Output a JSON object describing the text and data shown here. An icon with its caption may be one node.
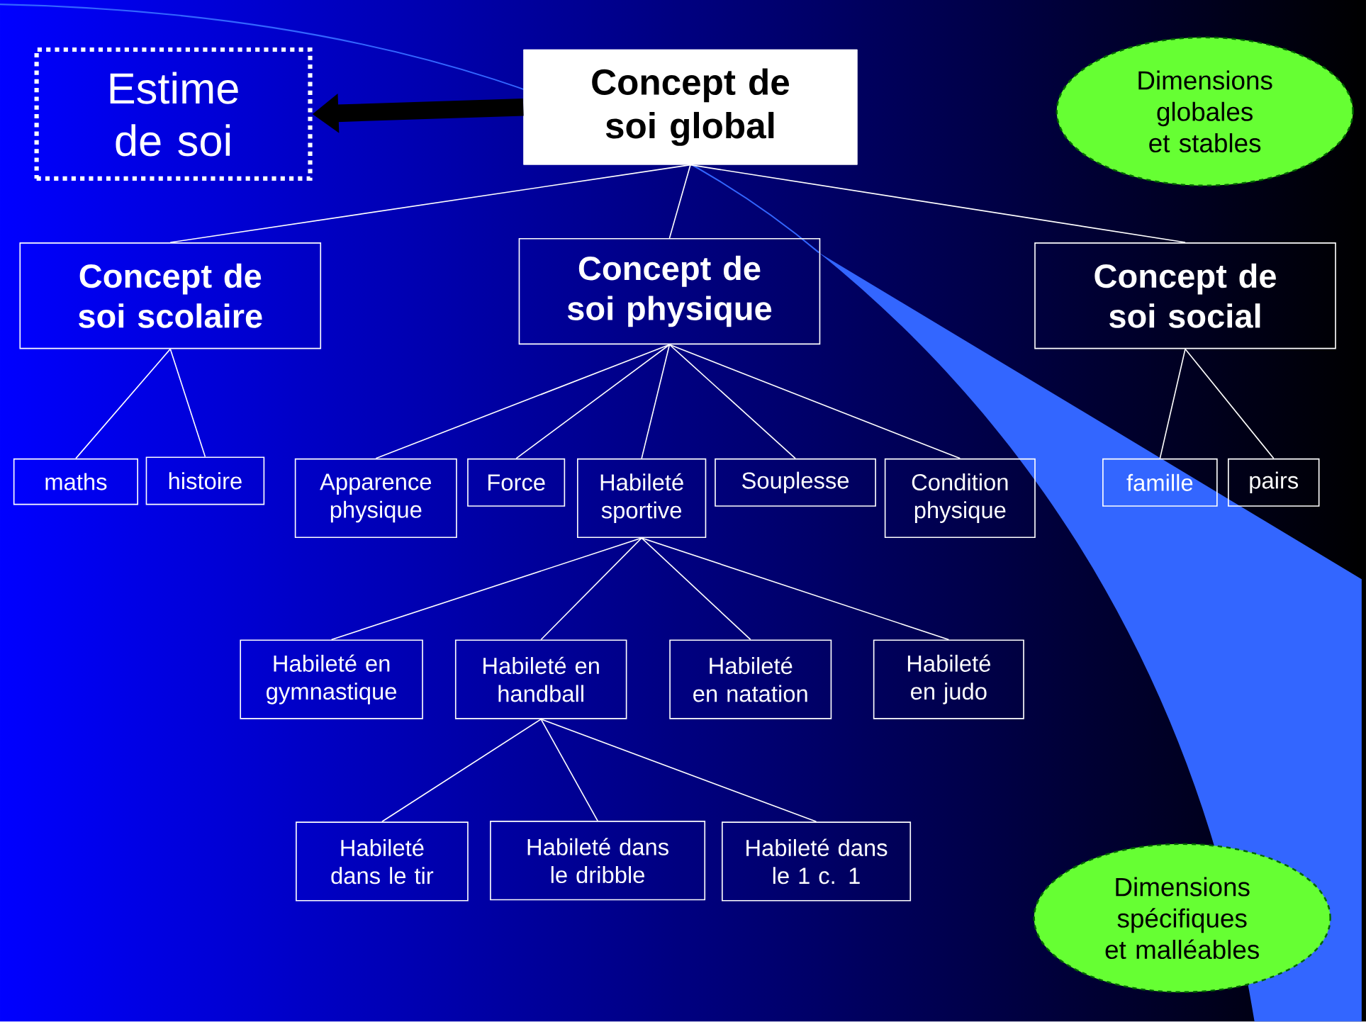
{
  "diagram": {
    "nodes": [
      {
        "text": [
          "Estime de soi"
        ]
      },
      {
        "text": [
          "Concept de soi global"
        ]
      },
      {
        "text": [
          "Dimensions globales et stables"
        ]
      },
      {
        "text": [
          "Concept de soi scolaire"
        ]
      },
      {
        "text": [
          "Concept de soi physique"
        ]
      },
      {
        "text": [
          "Concept de soi social"
        ]
      },
      {
        "text": [
          "maths"
        ]
      },
      {
        "text": [
          "histoire"
        ]
      },
      {
        "text": [
          "Apparence physique"
        ]
      },
      {
        "text": [
          "Force"
        ]
      },
      {
        "text": [
          "Habileté sportive"
        ]
      },
      {
        "text": [
          "Souplesse"
        ]
      },
      {
        "text": [
          "Condition physique"
        ]
      },
      {
        "text": [
          "famille"
        ]
      },
      {
        "text": [
          "pairs"
        ]
      },
      {
        "text": [
          "Habileté en gymnastique"
        ]
      },
      {
        "text": [
          "Habileté en handball"
        ]
      },
      {
        "text": [
          "Habileté en natation"
        ]
      },
      {
        "text": [
          "Habileté en judo"
        ]
      },
      {
        "text": [
          "Habileté dans le tir"
        ]
      },
      {
        "text": [
          "Habileté dans le dribble"
        ]
      },
      {
        "text": [
          "Habileté dans le 1 c. 1"
        ]
      },
      {
        "text": [
          "Dimensions spécifiques et malléables"
        ]
      }
    ],
    "edges": [
      {
        "from": 1,
        "to": 0,
        "arrow": "to",
        "style": "thick",
        "color": "#000000"
      },
      {
        "from": 1,
        "to": 3,
        "arrow": "none"
      },
      {
        "from": 1,
        "to": 4,
        "arrow": "none"
      },
      {
        "from": 1,
        "to": 5,
        "arrow": "none"
      },
      {
        "from": 3,
        "to": 6,
        "arrow": "none"
      },
      {
        "from": 3,
        "to": 7,
        "arrow": "none"
      },
      {
        "from": 4,
        "to": 8,
        "arrow": "none"
      },
      {
        "from": 4,
        "to": 9,
        "arrow": "none"
      },
      {
        "from": 4,
        "to": 10,
        "arrow": "none"
      },
      {
        "from": 4,
        "to": 11,
        "arrow": "none"
      },
      {
        "from": 4,
        "to": 12,
        "arrow": "none"
      },
      {
        "from": 5,
        "to": 13,
        "arrow": "none"
      },
      {
        "from": 5,
        "to": 14,
        "arrow": "none"
      },
      {
        "from": 10,
        "to": 15,
        "arrow": "none"
      },
      {
        "from": 10,
        "to": 16,
        "arrow": "none"
      },
      {
        "from": 10,
        "to": 17,
        "arrow": "none"
      },
      {
        "from": 10,
        "to": 18,
        "arrow": "none"
      },
      {
        "from": 16,
        "to": 19,
        "arrow": "none"
      },
      {
        "from": 16,
        "to": 20,
        "arrow": "none"
      },
      {
        "from": 16,
        "to": 21,
        "arrow": "none"
      }
    ]
  }
}
